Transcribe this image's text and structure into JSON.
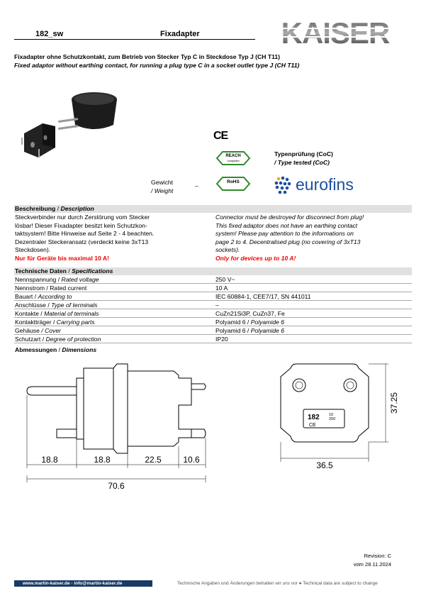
{
  "header": {
    "code": "182_sw",
    "name": "Fixadapter",
    "title_de": "Fixadapter ohne Schutzkontakt, zum Betrieb von Stecker Typ C in Steckdose Typ J (CH T11)",
    "title_en": "Fixed adaptor without earthing contact, for running a plug type C in a socket outlet type J (CH T11)"
  },
  "logo": {
    "text": "KAISER"
  },
  "marks": {
    "ce": "CE",
    "reach_top": "REACH",
    "reach_bottom": "compliant",
    "rohs": "RoHS",
    "type_test_de": "Typenprüfung (CoC)",
    "type_test_en": "/ Type tested (CoC)",
    "eurofins": "eurofins"
  },
  "weight": {
    "label_de": "Gewicht",
    "label_en": "/ Weight",
    "value": "–"
  },
  "description": {
    "heading_de": "Beschreibung",
    "heading_en": "Description",
    "de_lines": [
      "Steckverbinder nur durch Zerstörung vom Stecker",
      "lösbar! Dieser Fixadapter besitzt kein Schutzkon-",
      "taktsystem! Bitte Hinweise auf Seite 2 - 4 beachten.",
      "Dezentraler Steckeransatz (verdeckt keine 3xT13",
      "Steckdosen)."
    ],
    "de_warning": "Nur für Geräte bis maximal 10 A!",
    "en_lines": [
      "Connector must be destroyed for disconnect from plug!",
      "This fixed adaptor does not have an earthing contact",
      "system! Please pay attention to the informations on",
      "page 2 to 4. Decentralised plug (no covering of 3xT13",
      "sockets)."
    ],
    "en_warning": "Only for devices up to 10 A!"
  },
  "specs": {
    "heading_de": "Technische Daten",
    "heading_en": "Specifications",
    "rows": [
      {
        "de": "Nennspannung",
        "en": "Rated voltage",
        "value": "250 V~",
        "value_en": ""
      },
      {
        "de": "Nennstrom",
        "en": "Rated current",
        "value": "10 A",
        "value_en": "",
        "en_upright": true
      },
      {
        "de": "Bauart",
        "en": "According to",
        "value": "IEC 60884-1, CEE7/17, SN 441011",
        "value_en": ""
      },
      {
        "de": "Anschlüsse",
        "en": "Type of terminals",
        "value": "–",
        "value_en": ""
      },
      {
        "de": "Kontakte",
        "en": "Material of terminals",
        "value": "CuZn21Si3P, CuZn37, Fe",
        "value_en": ""
      },
      {
        "de": "Kontaktträger",
        "en": "Carrying parts",
        "value": "Polyamid 6",
        "value_en": "Polyamide 6"
      },
      {
        "de": "Gehäuse",
        "en": "Cover",
        "value": "Polyamid 6",
        "value_en": "Polyamide 6"
      },
      {
        "de": "Schutzart",
        "en": "Degree of protection",
        "value": "IP20",
        "value_en": ""
      }
    ]
  },
  "dimensions": {
    "heading_de": "Abmessungen",
    "heading_en": "Dimensions",
    "side": [
      "18.8",
      "18.8",
      "22.5",
      "10.6"
    ],
    "total": "70.6",
    "front_width": "36.5",
    "front_height": "37.25",
    "label_code": "182",
    "label_rating_top": "10",
    "label_rating_bottom": "250"
  },
  "revision": {
    "label": "Revision: C",
    "date": "vom 28.11.2024"
  },
  "footer": {
    "contact": "www.martin-kaiser.de  ·  info@martin-kaiser.de",
    "note": "Technische Angaben und Änderungen behalten wir uns vor ● Technical data are subject to change"
  }
}
